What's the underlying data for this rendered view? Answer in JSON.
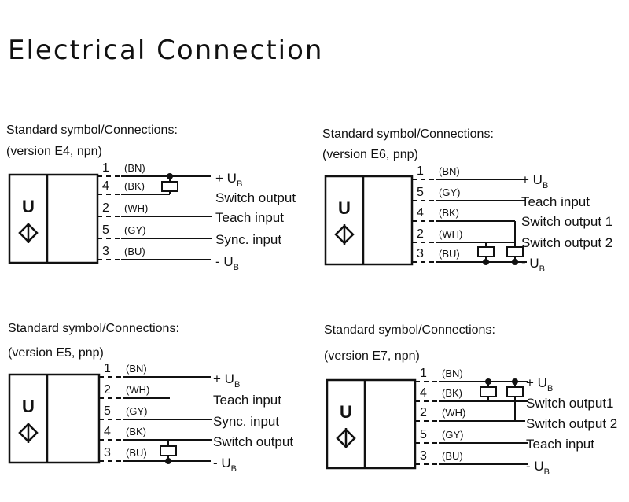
{
  "title": "Electrical Connection",
  "panels": [
    {
      "heading": "Standard symbol/Connections:",
      "version": "(version E4, npn)",
      "symbol": "U",
      "wires": [
        {
          "num": "1",
          "code": "(BN)",
          "label": "+ U",
          "sub": "B"
        },
        {
          "num": "4",
          "code": "(BK)",
          "label": "Switch output",
          "sub": ""
        },
        {
          "num": "2",
          "code": "(WH)",
          "label": "Teach input",
          "sub": ""
        },
        {
          "num": "5",
          "code": "(GY)",
          "label": "Sync. input",
          "sub": ""
        },
        {
          "num": "3",
          "code": "(BU)",
          "label": "- U",
          "sub": "B"
        }
      ]
    },
    {
      "heading": "Standard symbol/Connections:",
      "version": "(version E6, pnp)",
      "symbol": "U",
      "wires": [
        {
          "num": "1",
          "code": "(BN)",
          "label": "+ U",
          "sub": "B"
        },
        {
          "num": "5",
          "code": "(GY)",
          "label": "Teach input",
          "sub": ""
        },
        {
          "num": "4",
          "code": "(BK)",
          "label": "Switch output 1",
          "sub": ""
        },
        {
          "num": "2",
          "code": "(WH)",
          "label": "Switch output 2",
          "sub": ""
        },
        {
          "num": "3",
          "code": "(BU)",
          "label": "- U",
          "sub": "B"
        }
      ]
    },
    {
      "heading": "Standard symbol/Connections:",
      "version": "(version E5, pnp)",
      "symbol": "U",
      "wires": [
        {
          "num": "1",
          "code": "(BN)",
          "label": "+ U",
          "sub": "B"
        },
        {
          "num": "2",
          "code": "(WH)",
          "label": "Teach input",
          "sub": ""
        },
        {
          "num": "5",
          "code": "(GY)",
          "label": "Sync. input",
          "sub": ""
        },
        {
          "num": "4",
          "code": "(BK)",
          "label": "Switch output",
          "sub": ""
        },
        {
          "num": "3",
          "code": "(BU)",
          "label": "- U",
          "sub": "B"
        }
      ]
    },
    {
      "heading": "Standard symbol/Connections:",
      "version": "(version E7, npn)",
      "symbol": "U",
      "wires": [
        {
          "num": "1",
          "code": "(BN)",
          "label": "+ U",
          "sub": "B"
        },
        {
          "num": "4",
          "code": "(BK)",
          "label": "Switch output1",
          "sub": ""
        },
        {
          "num": "2",
          "code": "(WH)",
          "label": "Switch output 2",
          "sub": ""
        },
        {
          "num": "5",
          "code": "(GY)",
          "label": "Teach input",
          "sub": ""
        },
        {
          "num": "3",
          "code": "(BU)",
          "label": "- U",
          "sub": "B"
        }
      ]
    }
  ]
}
